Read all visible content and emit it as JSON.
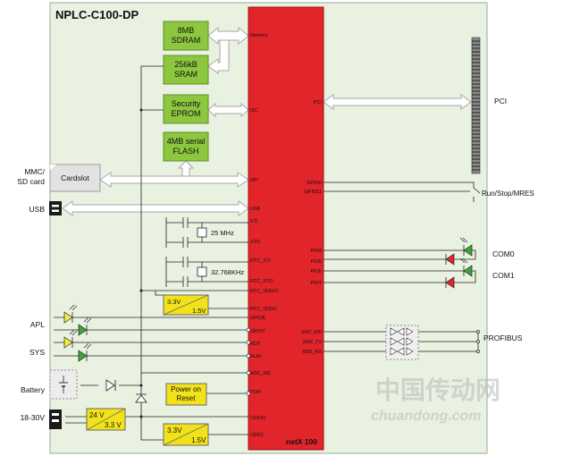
{
  "title": "NPLC-C100-DP",
  "chip": {
    "name": "netX 100",
    "pins_left": [
      "Memory",
      "I2C",
      "SPI",
      "USB",
      "XTI",
      "XTO",
      "RTC_XTI",
      "RTC_XTO",
      "RTC_VDDIO",
      "RTC_VDDC",
      "GPIO6",
      "GPIO7",
      "RDY",
      "RUN",
      "ADC_IN1",
      "POR",
      "VDDIO",
      "VDDC"
    ],
    "pins_right": [
      "PCI",
      "GPIO0",
      "GPIO11",
      "PIO4",
      "PIO5",
      "PIO6",
      "PIO7",
      "XM2_IO0",
      "XM2_TX",
      "XM2_RX"
    ]
  },
  "blocks": {
    "sdram": [
      "8MB",
      "SDRAM"
    ],
    "sram": [
      "256kB",
      "SRAM"
    ],
    "eprom": [
      "Security",
      "EPROM"
    ],
    "flash": [
      "4MB serial",
      "FLASH"
    ],
    "cardslot": "Cardslot",
    "por": [
      "Power on",
      "Reset"
    ]
  },
  "regulators": {
    "rtc": [
      "3.3V",
      "1.5V"
    ],
    "main_io": [
      "24 V",
      "3.3 V"
    ],
    "main_core": [
      "3.3V",
      "1.5V"
    ]
  },
  "crystals": {
    "main": "25 MHz",
    "rtc": "32.768KHz"
  },
  "external": {
    "mmc": [
      "MMC/",
      "SD card"
    ],
    "usb": "USB",
    "apl": "APL",
    "sys": "SYS",
    "battery": "Battery",
    "power": "18-30V",
    "pci": "PCI",
    "runstop": "Run/Stop/MRES",
    "com0": "COM0",
    "com1": "COM1",
    "profibus": "PROFIBUS"
  },
  "watermark": {
    "cn": "中国传动网",
    "latin": "chuandong.com"
  },
  "colors": {
    "board": "#e9f1e1",
    "chip": "#e2242b",
    "block_green": "#8dc63f",
    "regulator_yellow": "#f2e21a",
    "led_yellow": "#f4ea4a",
    "led_green": "#3aa63a",
    "led_red": "#e2242b"
  }
}
